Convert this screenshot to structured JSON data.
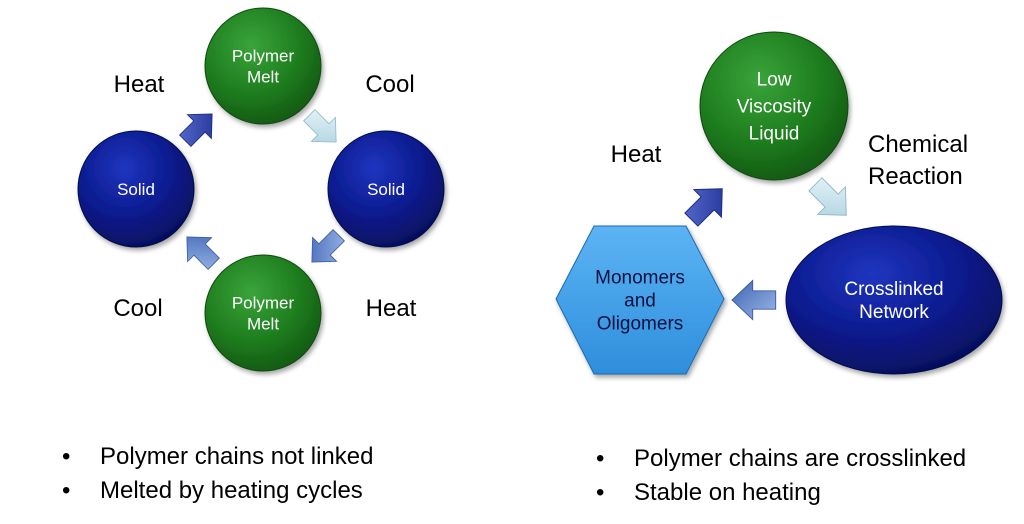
{
  "thermoplastic": {
    "top_node": "Polymer\nMelt",
    "left_node": "Solid",
    "right_node": "Solid",
    "bottom_node": "Polymer\nMelt",
    "label_top_left": "Heat",
    "label_top_right": "Cool",
    "label_bottom_left": "Cool",
    "label_bottom_right": "Heat",
    "bullets": [
      "Polymer chains not linked",
      "Melted by heating cycles"
    ]
  },
  "thermoset": {
    "liquid_node": "Low\nViscosity\nLiquid",
    "monomer_node": "Monomers\nand\nOligomers",
    "network_node": "Crosslinked\nNetwork",
    "label_heat": "Heat",
    "label_reaction": "Chemical\nReaction",
    "bullets": [
      "Polymer chains are crosslinked",
      "Stable on heating"
    ]
  },
  "colors": {
    "green_node": "#1E7D1E",
    "blue_node": "#0A1A8C",
    "hexagon": "#3FA0EC",
    "arrow_dark": "#2B3FA8",
    "arrow_light": "#C4E4EE",
    "arrow_mid": "#5B82C8"
  },
  "icons": [
    "arrow-up-right-icon",
    "arrow-down-right-icon",
    "arrow-down-left-icon",
    "arrow-up-left-icon",
    "arrow-left-icon"
  ]
}
